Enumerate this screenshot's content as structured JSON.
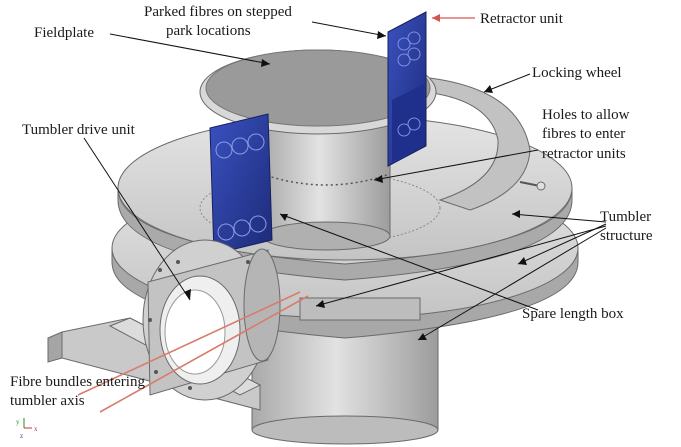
{
  "labels": {
    "parked_fibres_line1": "Parked fibres on stepped",
    "parked_fibres_line2": "park locations",
    "fieldplate": "Fieldplate",
    "retractor_unit": "Retractor unit",
    "locking_wheel": "Locking wheel",
    "holes_line1": "Holes to allow",
    "holes_line2": "fibres to enter",
    "holes_line3": "retractor units",
    "tumbler_drive_unit": "Tumbler drive unit",
    "tumbler_structure_line1": "Tumbler",
    "tumbler_structure_line2": "structure",
    "spare_length_box": "Spare length box",
    "fibre_bundles_line1": "Fibre bundles entering",
    "fibre_bundles_line2": "tumbler axis"
  },
  "axis_triad": {
    "y": "y",
    "z": "z",
    "x": "x"
  },
  "colors": {
    "metal_light": "#d6d6d6",
    "metal_mid": "#b9b9b9",
    "metal_dark": "#8f8f8f",
    "fieldplate": "#9a9a9a",
    "retractor_blue": "#2b3f9e",
    "retractor_arrow": "#d9534f",
    "fibre_line": "#d97b6c"
  }
}
